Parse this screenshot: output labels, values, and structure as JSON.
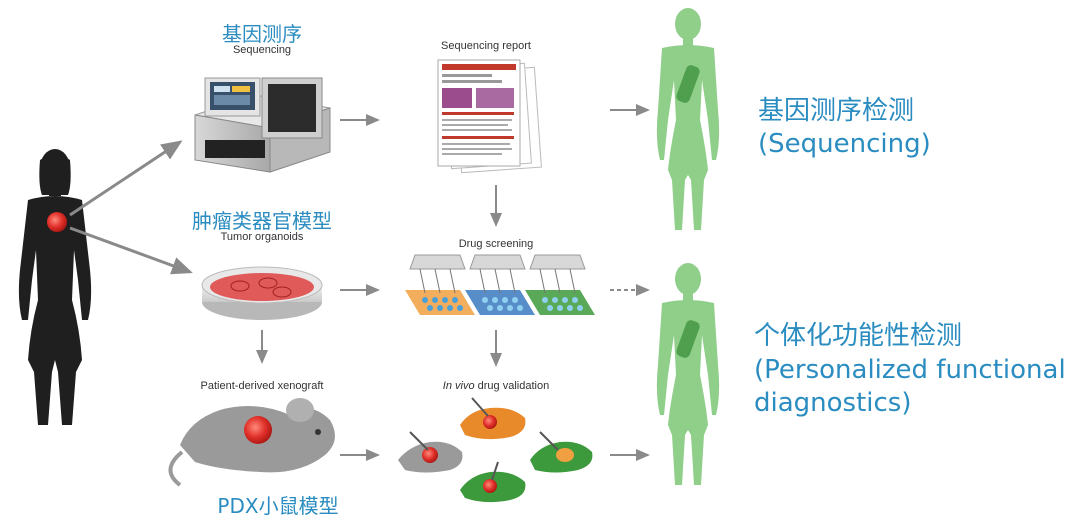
{
  "labels": {
    "sequencing_cn": "基因测序",
    "sequencing_en": "Sequencing",
    "report_en": "Sequencing report",
    "organoid_cn": "肿瘤类器官模型",
    "organoid_en": "Tumor organoids",
    "screening_en": "Drug screening",
    "pdx_en": "Patient-derived xenograft",
    "invivo_italic": "In vivo",
    "invivo_rest": " drug validation",
    "pdx_cn": "PDX小鼠模型"
  },
  "outcomes": {
    "seq_cn": "基因测序检测",
    "seq_en": "(Sequencing)",
    "func_cn": "个体化功能性检测",
    "func_en_line1": "(Personalized functional",
    "func_en_line2": "diagnostics)"
  },
  "colors": {
    "accent_text": "#2a8cc0",
    "silhouette_dark": "#1f1f1f",
    "silhouette_green": "#8fcf8a",
    "tumor_red": "#e0302a",
    "mouse_gray": "#9a9a9a",
    "mouse_orange": "#e88a2a",
    "mouse_green": "#3c9a3c",
    "arrow_gray": "#8a8a8a"
  }
}
